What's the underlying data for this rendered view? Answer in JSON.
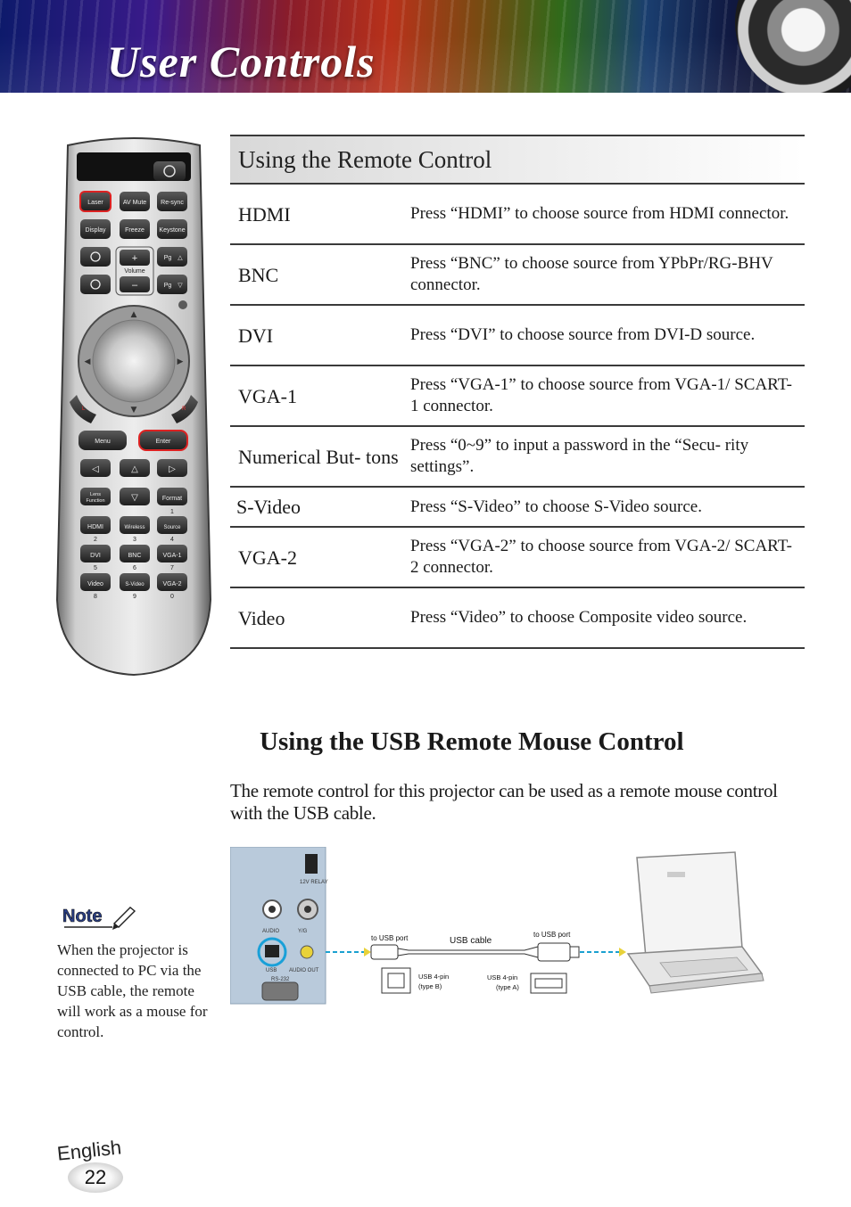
{
  "header": {
    "title": "User Controls"
  },
  "remote": {
    "buttons": {
      "laser": "Laser",
      "av_mute": "AV Mute",
      "resync": "Re-sync",
      "display": "Display",
      "freeze": "Freeze",
      "keystone": "Keystone",
      "volume": "Volume",
      "pg_up": "Pg",
      "pg_down": "Pg",
      "menu": "Menu",
      "enter": "Enter",
      "lens_function_1": "Lens",
      "lens_function_2": "Function",
      "format": "Format",
      "hdmi": "HDMI",
      "wireless": "Wireless",
      "source": "Source",
      "dvi": "DVI",
      "bnc": "BNC",
      "vga1": "VGA-1",
      "video": "Video",
      "svideo": "S-Video",
      "vga2": "VGA-2",
      "l": "L",
      "r": "R",
      "n1": "1",
      "n2": "2",
      "n3": "3",
      "n4": "4",
      "n5": "5",
      "n6": "6",
      "n7": "7",
      "n8": "8",
      "n9": "9",
      "n0": "0"
    }
  },
  "table": {
    "title": "Using the Remote Control",
    "rows": [
      {
        "key": "HDMI",
        "desc": "Press “HDMI” to choose source from HDMI connector."
      },
      {
        "key": "BNC",
        "desc": "Press “BNC” to choose source from YPbPr/RG-BHV connector."
      },
      {
        "key": "DVI",
        "desc": "Press “DVI” to choose source from DVI-D source."
      },
      {
        "key": "VGA-1",
        "desc": "Press “VGA-1” to choose source from VGA-1/ SCART-1 connector."
      },
      {
        "key": "Numerical But- tons",
        "desc": "Press “0~9” to input a password in the “Secu- rity settings”."
      },
      {
        "key": "S-Video",
        "desc": "Press “S-Video” to choose S-Video source."
      },
      {
        "key": "VGA-2",
        "desc": "Press “VGA-2” to choose source from VGA-2/ SCART-2 connector."
      },
      {
        "key": "Video",
        "desc": "Press “Video” to choose Composite video source."
      }
    ]
  },
  "usb": {
    "title": "Using the USB Remote Mouse Control",
    "text": "The remote control for this projector can be used as a remote mouse control with the USB cable.",
    "diagram": {
      "relay": "12V RELAY",
      "audio": "AUDIO",
      "yg": "Y/G",
      "usb": "USB",
      "audio_out": "AUDIO OUT",
      "rs232": "RS-232",
      "to_usb_port_left": "to USB port",
      "usb_cable": "USB cable",
      "to_usb_port_right": "to USB port",
      "type_b_1": "USB 4-pin",
      "type_b_2": "(type B)",
      "type_a_1": "USB 4-pin",
      "type_a_2": "(type A)"
    }
  },
  "note": {
    "label": "Note",
    "text": "When the projector is connected to PC via the USB cable, the remote will work as a mouse for control."
  },
  "footer": {
    "language": "English",
    "page": "22"
  }
}
